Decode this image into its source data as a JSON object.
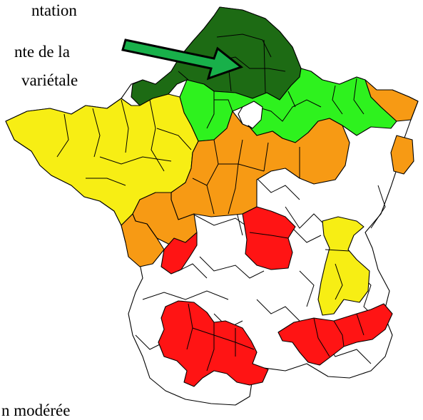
{
  "caption": {
    "line1": "ntation",
    "line2": "nte de la",
    "line3": "variétale",
    "line4": "n modérée"
  },
  "legend_colors": {
    "very_high": "#1d6b14",
    "high": "#2ef21e",
    "medium_high": "#f7ee14",
    "medium": "#f79a14",
    "strong": "#ff1414",
    "none": "#ffffff",
    "arrow_fill": "#18b04a",
    "arrow_outline": "#000000"
  }
}
